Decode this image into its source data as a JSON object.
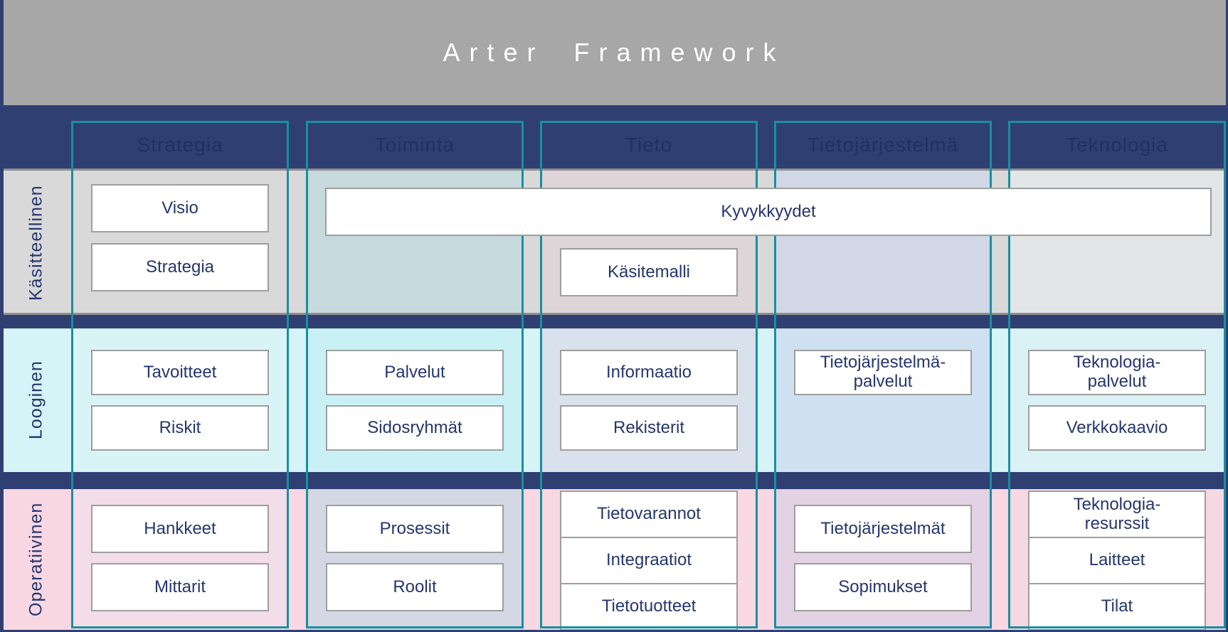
{
  "title": "Arter Framework",
  "columns": [
    {
      "label": "Strategia"
    },
    {
      "label": "Toiminta"
    },
    {
      "label": "Tieto"
    },
    {
      "label": "Tietojärjestelmä"
    },
    {
      "label": "Teknologia"
    }
  ],
  "rows": [
    {
      "label": "Käsitteellinen",
      "base_color": "#d9d9d9",
      "spanning_box": "Kyvykkyydet",
      "cells": [
        {
          "bg": "#d9d9d9",
          "boxes": [
            "Visio",
            "Strategia"
          ]
        },
        {
          "bg": "#c6d9dc",
          "boxes": []
        },
        {
          "bg": "#ded5d8",
          "boxes": [
            "Käsitemalli"
          ]
        },
        {
          "bg": "#d2d7e5",
          "boxes": []
        },
        {
          "bg": "#e3e5e7",
          "boxes": []
        }
      ]
    },
    {
      "label": "Looginen",
      "base_color": "#d6f3f7",
      "cells": [
        {
          "bg": "#d9f4f7",
          "boxes": [
            "Tavoitteet",
            "Riskit"
          ]
        },
        {
          "bg": "#c9f0f5",
          "boxes": [
            "Palvelut",
            "Sidosryhmät"
          ]
        },
        {
          "bg": "#d9e1ec",
          "boxes": [
            "Informaatio",
            "Rekisterit"
          ]
        },
        {
          "bg": "#cfe1f0",
          "boxes": [
            "Tietojärjestelmä-\npalvelut"
          ]
        },
        {
          "bg": "#daf1f5",
          "boxes": [
            "Teknologia-\npalvelut",
            "Verkkokaavio"
          ]
        }
      ]
    },
    {
      "label": "Operatiivinen",
      "base_color": "#f8d7e3",
      "cells": [
        {
          "bg": "#f3dde9",
          "boxes": [
            "Hankkeet",
            "Mittarit"
          ]
        },
        {
          "bg": "#d3d8e4",
          "boxes": [
            "Prosessit",
            "Roolit"
          ]
        },
        {
          "bg": "#f8d8e3",
          "boxes": [
            "Tietovarannot",
            "Integraatiot",
            "Tietotuotteet"
          ],
          "stacked": true
        },
        {
          "bg": "#e3d2e3",
          "boxes": [
            "Tietojärjestelmät",
            "Sopimukset"
          ]
        },
        {
          "bg": "#f5d8e2",
          "boxes": [
            "Teknologia-\nresurssit",
            "Laitteet",
            "Tilat"
          ],
          "stacked": true
        }
      ]
    }
  ],
  "colors": {
    "banner_bg": "#a7a7a7",
    "title_text": "#ffffff",
    "band_navy": "#2f3f72",
    "header_text": "#20305f",
    "teal_border": "#18909f",
    "gray_line": "#8f8f8f",
    "box_bg": "#ffffff",
    "box_border": "#9e9e9e",
    "box_text": "#25366e",
    "row_label_text": "#25366e"
  }
}
